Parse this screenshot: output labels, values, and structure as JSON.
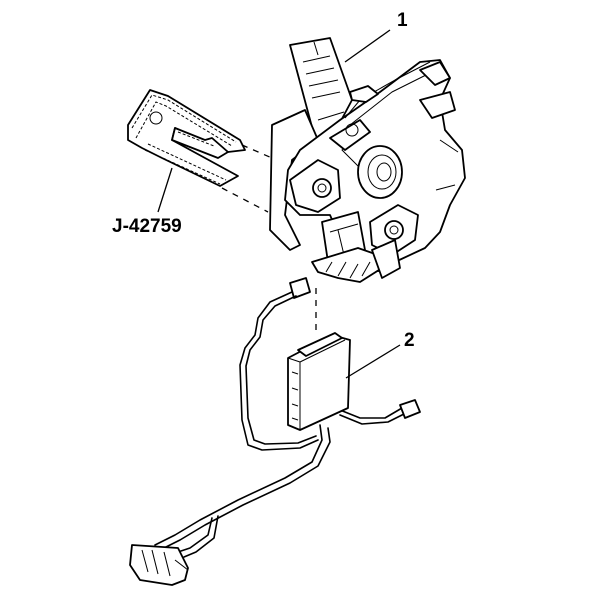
{
  "callouts": {
    "part_1": "1",
    "part_2": "2",
    "tool": "J-42759"
  }
}
